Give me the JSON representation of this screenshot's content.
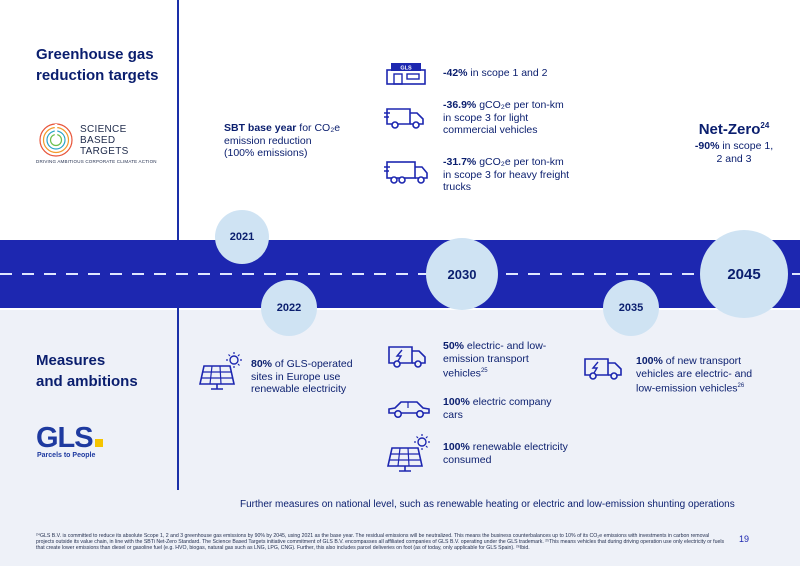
{
  "targets": {
    "heading": "Greenhouse gas\nreduction targets",
    "sbt_logo_text": "SCIENCE\nBASED\nTARGETS",
    "sbt_logo_sub": "DRIVING AMBITIOUS CORPORATE CLIMATE ACTION",
    "base_year_bold": "SBT base year",
    "base_year_rest": " for CO₂e emission reduction (100% emissions)",
    "scope12_bold": "-42%",
    "scope12_rest": " in scope 1 and 2",
    "light_bold": "-36.9%",
    "light_rest": " gCO₂e per ton-km in scope 3 for light commercial vehicles",
    "heavy_bold": "-31.7%",
    "heavy_rest": " gCO₂e per ton-km in scope 3 for heavy freight trucks",
    "net_zero": "Net-Zero",
    "net_zero_sup": "24",
    "net_zero_bold": "-90%",
    "net_zero_rest": " in scope 1, 2 and 3",
    "gls_building_label": "GLS"
  },
  "timeline": {
    "y2021": "2021",
    "y2022": "2022",
    "y2030": "2030",
    "y2035": "2035",
    "y2045": "2045"
  },
  "measures": {
    "heading": "Measures\nand ambitions",
    "sites_bold": "80%",
    "sites_rest": " of GLS-operated sites in Europe use renewable electricity",
    "vehicles2030_bold": "50%",
    "vehicles2030_rest": " electric- and low-emission transport vehicles",
    "vehicles2030_sup": "25",
    "cars_bold": "100%",
    "cars_rest": " electric company cars",
    "elec_bold": "100%",
    "elec_rest": " renewable electricity consumed",
    "vehicles2035_bold": "100%",
    "vehicles2035_rest": " of new transport vehicles are electric- and low-emission vehicles",
    "vehicles2035_sup": "26",
    "further": "Further measures on national level, such as renewable heating or electric and low-emission shunting operations"
  },
  "brand": {
    "logo": "GLS",
    "tagline": "Parcels to People",
    "dot_color": "#f5c400"
  },
  "footnote": "²⁴GLS B.V. is committed to reduce its absolute Scope 1, 2 and 3 greenhouse gas emissions by 90% by 2045, using 2021 as the base year. The residual emissions will be neutralized. This means the business counterbalances up to 10% of its CO₂e emissions with investments in carbon removal projects outside its value chain, in line with the SBTi Net-Zero Standard. The Science Based Targets initiative commitment of GLS B.V. encompasses all affiliated companies of GLS B.V. operating under the GLS trademark. ²⁵This means vehicles that during driving operation use only electricity or fuels that create lower emissions than diesel or gasoline fuel (e.g. HVO, biogas, natural gas such as LNG, LPG, CNG). Further, this also includes parcel deliveries on foot (as of today, only applicable for GLS Spain). ²⁶Ibid.",
  "page_number": "19",
  "colors": {
    "road": "#1d27b0",
    "circle": "#cfe3f3",
    "text": "#0a1e6e",
    "lower_background": "#eef1f8"
  }
}
